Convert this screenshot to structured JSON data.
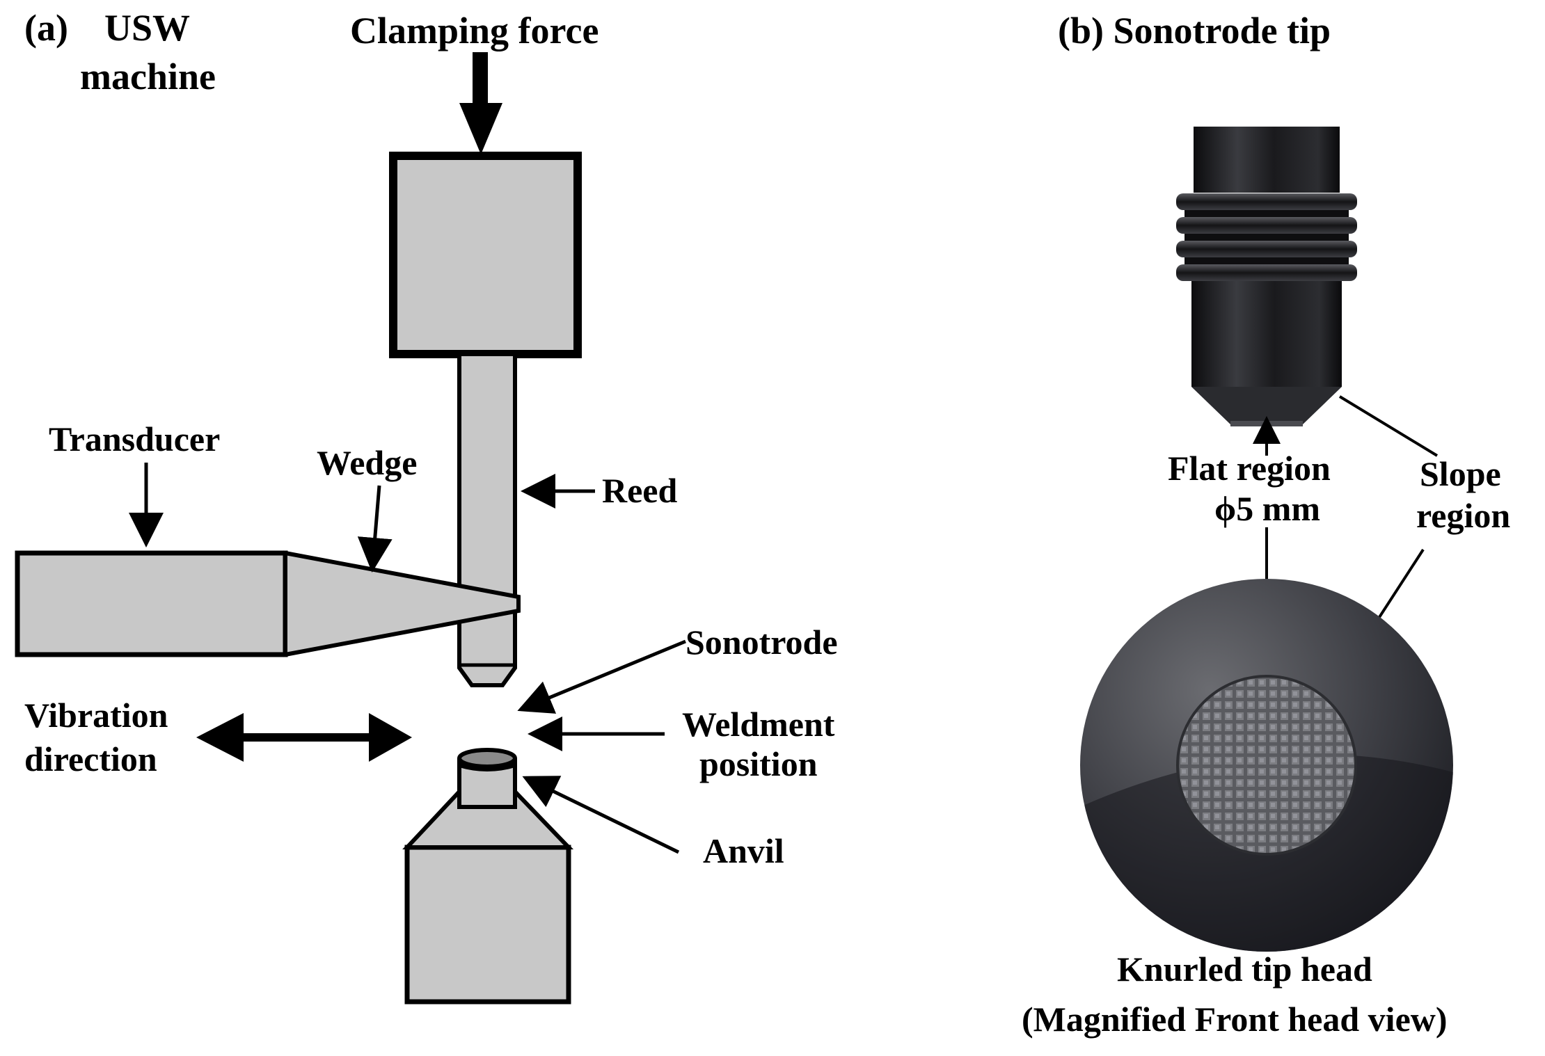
{
  "panel_a": {
    "letter": "(a)",
    "title_line1": "USW",
    "title_line2": "machine",
    "clamping_force": "Clamping force",
    "transducer": "Transducer",
    "wedge": "Wedge",
    "reed": "Reed",
    "sonotrode": "Sonotrode",
    "vibration_line1": "Vibration",
    "vibration_line2": "direction",
    "weldment_line1": "Weldment",
    "weldment_line2": "position",
    "anvil": "Anvil"
  },
  "panel_b": {
    "title": "(b)  Sonotrode tip",
    "flat_region": "Flat region",
    "diameter": "ϕ5 mm",
    "slope_line1": "Slope",
    "slope_line2": "region",
    "caption_line1": "Knurled  tip head",
    "caption_line2": "(Magnified Front head view)"
  },
  "colors": {
    "machine_fill": "#c8c8c8",
    "outline": "#000000",
    "tip_dark": "#1c1c1e",
    "head_surface": "#46474d",
    "knurl": "#6a6b70"
  }
}
